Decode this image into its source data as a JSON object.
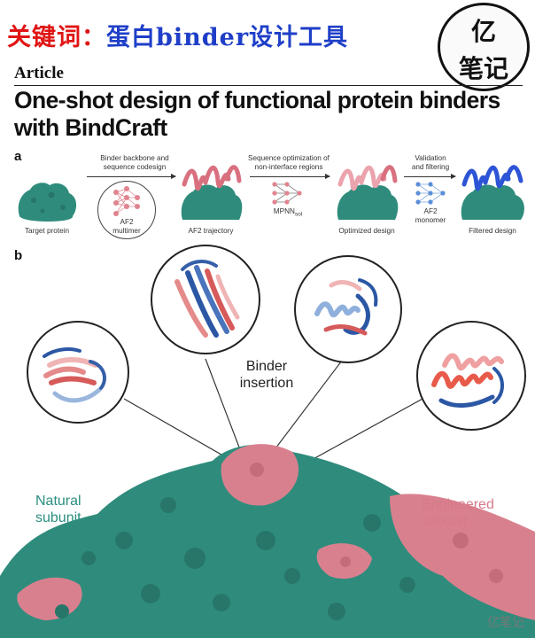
{
  "header": {
    "keyword_label": "关键词：",
    "keyword_value": "蛋白binder设计工具",
    "seal_line1": "亿",
    "seal_line2": "笔记"
  },
  "article": {
    "label": "Article",
    "title_line1": "One-shot design of functional protein binders",
    "title_line2": "with BindCraft"
  },
  "panel_a": {
    "letter": "a",
    "target_caption": "Target protein",
    "step1_caption_line1": "Binder backbone and",
    "step1_caption_line2": "sequence codesign",
    "af2_multimer_line1": "AF2",
    "af2_multimer_line2": "multimer",
    "trajectory_caption": "AF2 trajectory",
    "step2_caption_line1": "Sequence optimization of",
    "step2_caption_line2": "non-interface regions",
    "mpnn_label": "MPNN",
    "mpnn_sub": "sol",
    "optimized_caption": "Optimized design",
    "step3_caption_line1": "Validation",
    "step3_caption_line2": "and filtering",
    "af2_monomer_line1": "AF2",
    "af2_monomer_line2": "monomer",
    "filtered_caption": "Filtered design"
  },
  "panel_b": {
    "letter": "b",
    "binder_label_line1": "Binder",
    "binder_label_line2": "insertion",
    "natural_line1": "Natural",
    "natural_line2": "subunit",
    "engineered_line1": "Engineered",
    "engineered_line2": "subunit"
  },
  "watermark": "亿笔记",
  "colors": {
    "keyword_red": "#e01515",
    "keyword_blue": "#1f3fc8",
    "teal": "#2f8c7c",
    "pink": "#d9808f",
    "navy": "#1f4c9c"
  }
}
